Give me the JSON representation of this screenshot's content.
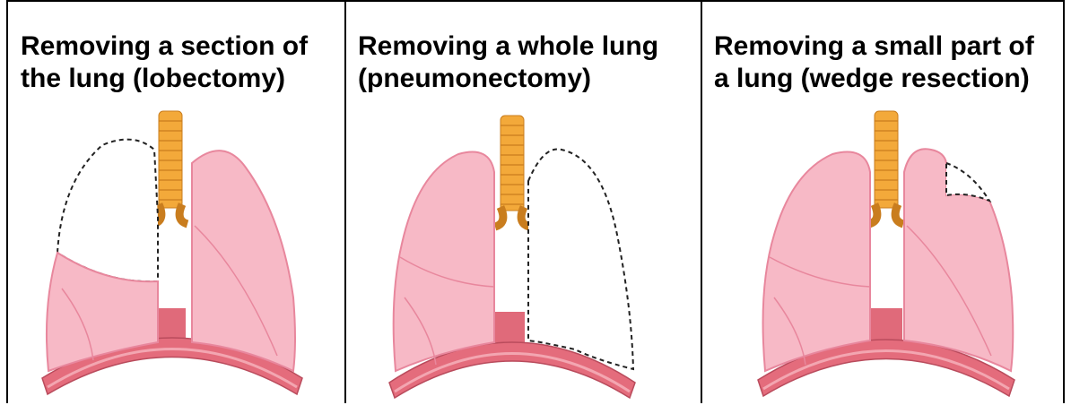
{
  "panels": [
    {
      "id": "lobectomy",
      "title_line1": "Removing a section of",
      "title_line2": "the lung (lobectomy)"
    },
    {
      "id": "pneumonectomy",
      "title_line1": "Removing a whole lung",
      "title_line2": "(pneumonectomy)"
    },
    {
      "id": "wedge-resection",
      "title_line1": "Removing a small part of",
      "title_line2": "a lung (wedge resection)"
    }
  ],
  "colors": {
    "lung_fill": "#f7b9c6",
    "lung_stroke": "#e8879d",
    "trachea": "#f3a93a",
    "diaphragm": "#e06a7a",
    "removed_outline": "#000000"
  }
}
